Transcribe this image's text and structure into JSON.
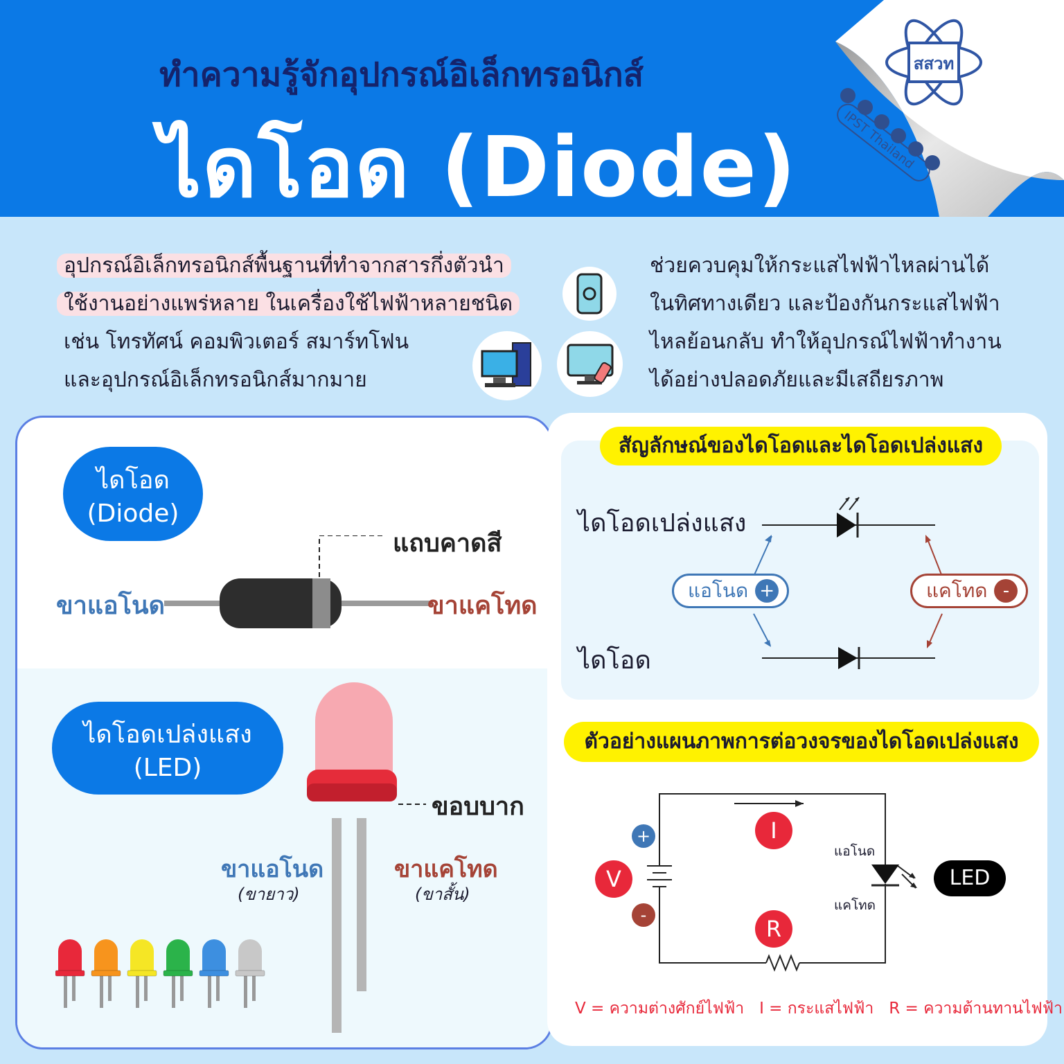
{
  "header": {
    "subtitle": "ทำความรู้จักอุปกรณ์อิเล็กทรอนิกส์",
    "title": "ไดโอด (Diode)"
  },
  "brand": {
    "logo_text": "สสวท",
    "social_handle": "IPST Thailand",
    "social_icons": [
      "facebook-icon",
      "line-icon",
      "x-icon",
      "instagram-icon",
      "tiktok-icon",
      "youtube-icon",
      "search-icon"
    ]
  },
  "intro": {
    "left_lines": [
      "อุปกรณ์อิเล็กทรอนิกส์พื้นฐานที่ทำจากสารกึ่งตัวนำ",
      "ใช้งานอย่างแพร่หลาย  ในเครื่องใช้ไฟฟ้าหลายชนิด",
      "เช่น  โทรทัศน์  คอมพิวเตอร์  สมาร์ทโฟน",
      "และอุปกรณ์อิเล็กทรอนิกส์มากมาย"
    ],
    "right_lines": [
      "ช่วยควบคุมให้กระแสไฟฟ้าไหลผ่านได้",
      "ในทิศทางเดียว  และป้องกันกระแสไฟฟ้า",
      "ไหลย้อนกลับ  ทำให้อุปกรณ์ไฟฟ้าทำงาน",
      "ได้อย่างปลอดภัยและมีเสถียรภาพ"
    ],
    "icons": [
      "smartphone-icon",
      "computer-icon",
      "television-icon"
    ]
  },
  "diode": {
    "cloud_line1": "ไดโอด",
    "cloud_line2": "(Diode)",
    "band": "แถบคาดสี",
    "anode": "ขาแอโนด",
    "cathode": "ขาแคโทด"
  },
  "led": {
    "cloud_line1": "ไดโอดเปล่งแสง",
    "cloud_line2": "(LED)",
    "flange": "ขอบบาก",
    "anode": "ขาแอโนด",
    "anode_note": "(ขายาว)",
    "cathode": "ขาแคโทด",
    "cathode_note": "(ขาสั้น)",
    "colors": [
      "#e8283a",
      "#f7941d",
      "#f5e625",
      "#2bb34a",
      "#3d8fe0",
      "#c8c8c8"
    ]
  },
  "symbols": {
    "heading": "สัญลักษณ์ของไดโอดและไดโอดเปล่งแสง",
    "led_label": "ไดโอดเปล่งแสง",
    "diode_label": "ไดโอด",
    "anode": "แอโนด",
    "anode_sign": "+",
    "cathode": "แคโทด",
    "cathode_sign": "-"
  },
  "circuit": {
    "heading": "ตัวอย่างแผนภาพการต่อวงจรของไดโอดเปล่งแสง",
    "v": "V",
    "i": "I",
    "r": "R",
    "plus": "+",
    "minus": "-",
    "anode": "แอโนด",
    "cathode": "แคโทด",
    "led": "LED",
    "legend": "V = ความต่างศักย์ไฟฟ้า   I = กระแสไฟฟ้า   R = ความต้านทานไฟฟ้า"
  },
  "colors": {
    "header_blue": "#0b79e6",
    "navy": "#15236b",
    "anode_blue": "#3f77b6",
    "cathode_red": "#a54336",
    "highlight": "#fff200",
    "circuit_red": "#e8283a"
  }
}
